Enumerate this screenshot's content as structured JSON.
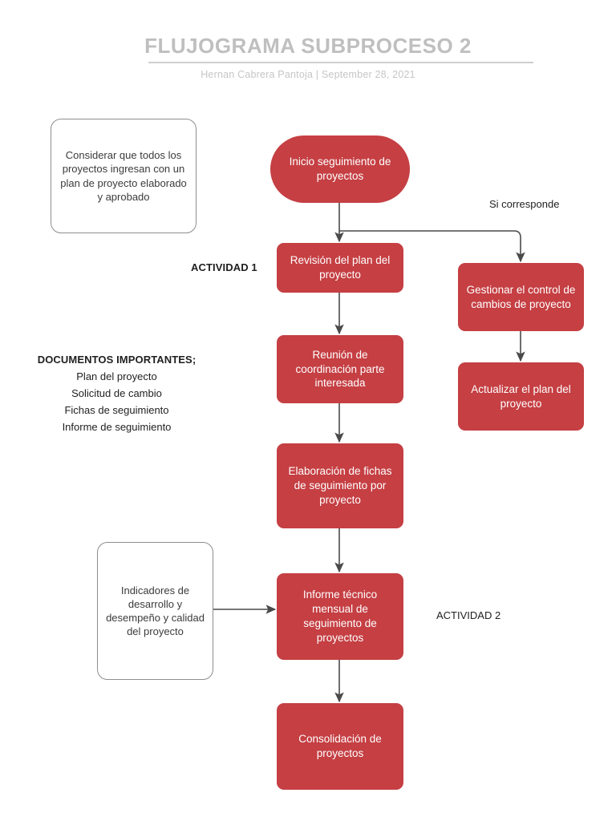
{
  "header": {
    "title": "FLUJOGRAMA SUBPROCESO 2",
    "byline": "Hernan Cabrera Pantoja  |  September 28, 2021"
  },
  "colors": {
    "node_fill": "#c53f43",
    "node_text": "#ffffff",
    "note_border": "#8e8e8e",
    "connector": "#4a4a4a",
    "title_gray": "#bfbfbf"
  },
  "notes": {
    "top_left": "Considerar que todos los proyectos ingresan con un plan de proyecto elaborado y aprobado",
    "indicators": "Indicadores de desarrollo y desempeño y calidad del proyecto"
  },
  "labels": {
    "actividad_1": "ACTIVIDAD 1",
    "actividad_2": "ACTIVIDAD 2",
    "si_corresponde": "Si corresponde"
  },
  "documents": {
    "heading": "DOCUMENTOS IMPORTANTES;",
    "items": [
      "Plan del proyecto",
      "Solicitud de cambio",
      "Fichas de seguimiento",
      "Informe de seguimiento"
    ]
  },
  "nodes": {
    "start": "Inicio seguimiento de proyectos",
    "revision_plan": "Revisión del plan del proyecto",
    "reunion": "Reunión de coordinación parte interesada",
    "elaboracion_fichas": "Elaboración de fichas de seguimiento por proyecto",
    "informe_tecnico": "Informe técnico mensual de seguimiento de proyectos",
    "consolidacion": "Consolidación de proyectos",
    "gestionar_cambios": "Gestionar el control de cambios de proyecto",
    "actualizar_plan": "Actualizar el plan del proyecto"
  }
}
